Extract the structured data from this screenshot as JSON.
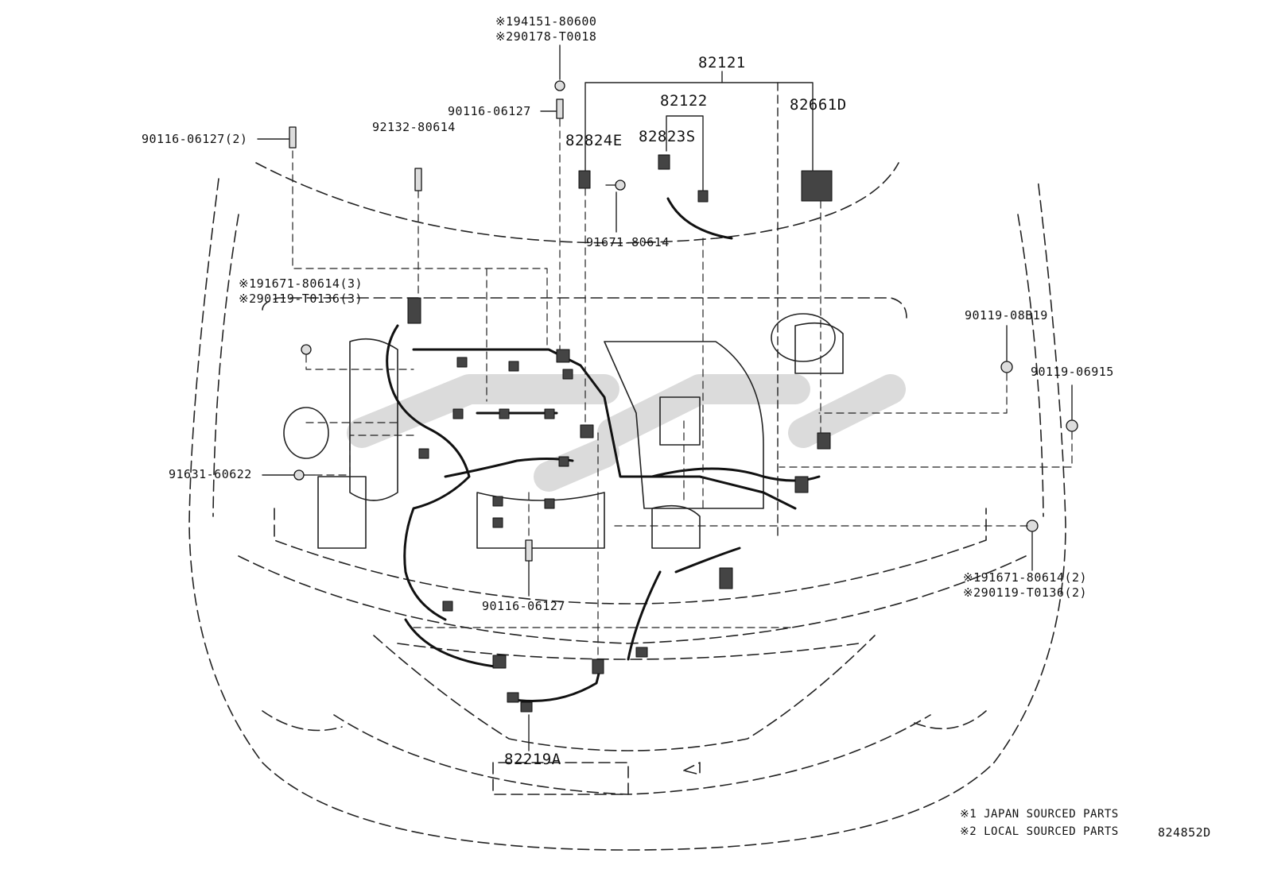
{
  "colors": {
    "ink": "#111111",
    "line": "#222222",
    "watermark": "#cfcfcf"
  },
  "callouts": {
    "p_94151": "※194151-80600",
    "p_90178": "※290178-T0018",
    "p_82121": "82121",
    "p_82122": "82122",
    "p_82661D": "82661D",
    "p_82824E": "82824E",
    "p_82823S": "82823S",
    "p_90116_top": "90116-06127",
    "p_92132": "92132-80614",
    "p_90116_left": "90116-06127(2)",
    "p_91671_mid": "91671-80614",
    "p_91671_left": "※191671-80614(3)",
    "p_90119_left": "※290119-T0136(3)",
    "p_90119_08B19": "90119-08B19",
    "p_90119_06915": "90119-06915",
    "p_91631": "91631-60622",
    "p_91671_right": "※191671-80614(2)",
    "p_90119_right": "※290119-T0136(2)",
    "p_90116_bottom": "90116-06127",
    "p_82219A": "82219A"
  },
  "notes": {
    "japan": "※1 JAPAN SOURCED PARTS",
    "local": "※2 LOCAL SOURCED PARTS"
  },
  "figure_id": "824852D"
}
